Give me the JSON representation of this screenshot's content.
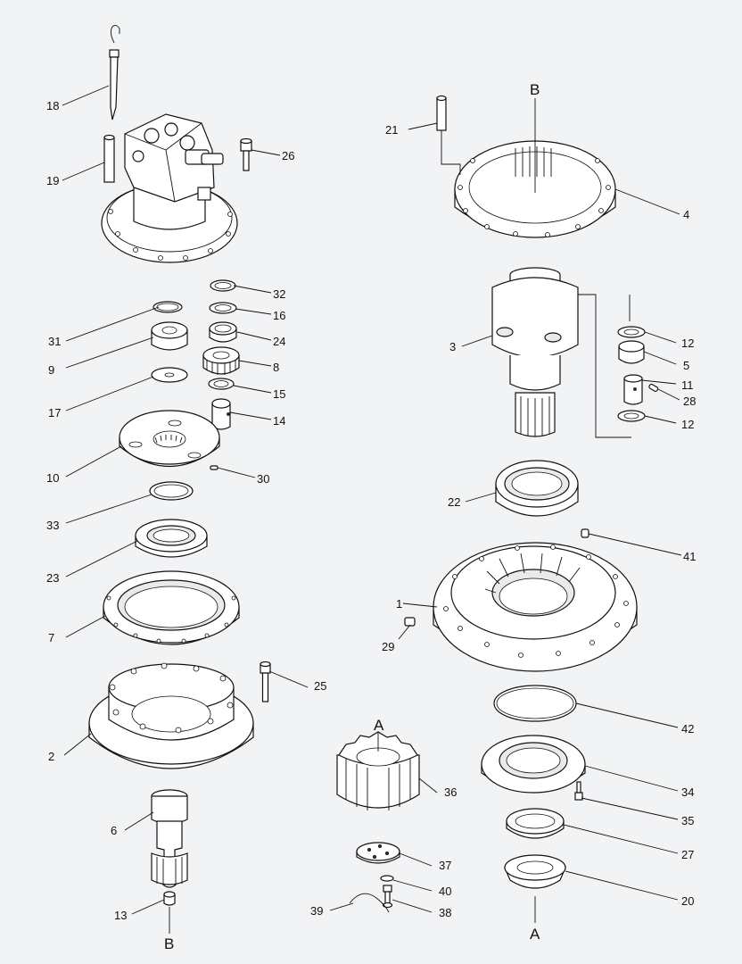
{
  "callouts": {
    "c1": "1",
    "c2": "2",
    "c3": "3",
    "c4": "4",
    "c5": "5",
    "c6": "6",
    "c7": "7",
    "c8": "8",
    "c9": "9",
    "c10": "10",
    "c11": "11",
    "c12a": "12",
    "c12b": "12",
    "c13": "13",
    "c14": "14",
    "c15": "15",
    "c16": "16",
    "c17": "17",
    "c18": "18",
    "c19": "19",
    "c20": "20",
    "c21": "21",
    "c22": "22",
    "c23": "23",
    "c24": "24",
    "c25": "25",
    "c26": "26",
    "c27": "27",
    "c28": "28",
    "c29": "29",
    "c30": "30",
    "c31": "31",
    "c32": "32",
    "c33": "33",
    "c34": "34",
    "c35": "35",
    "c36": "36",
    "c37": "37",
    "c38": "38",
    "c39": "39",
    "c40": "40",
    "c41": "41",
    "c42": "42"
  },
  "reference_letters": {
    "b_top": "B",
    "b_bottom": "B",
    "a_gear": "A",
    "a_bottom": "A"
  }
}
